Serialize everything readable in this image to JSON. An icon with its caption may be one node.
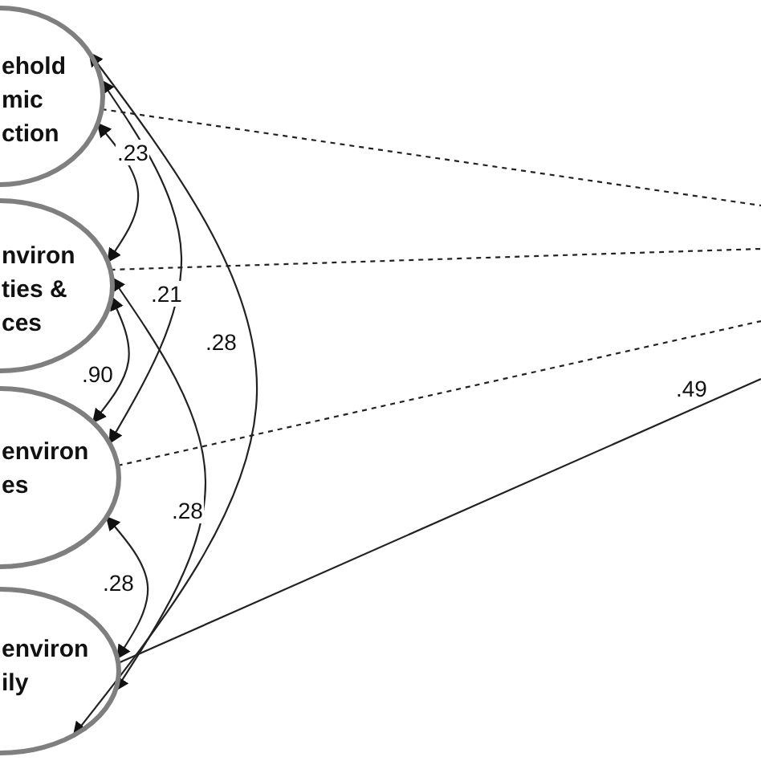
{
  "diagram": {
    "nodes": [
      {
        "text": [
          "ehold mic ction"
        ]
      },
      {
        "text": [
          "nviron ties & ces"
        ]
      },
      {
        "text": [
          "environ es"
        ]
      },
      {
        "text": [
          "environ ily"
        ]
      }
    ],
    "edges": [
      {
        "from": 0,
        "to": 1,
        "arrow": "both",
        "label": ".23"
      },
      {
        "from": 0,
        "to": 2,
        "arrow": "both",
        "label": ".21"
      },
      {
        "from": 0,
        "to": 3,
        "arrow": "both",
        "label": ".28"
      },
      {
        "from": 1,
        "to": 2,
        "arrow": "both",
        "label": ".90"
      },
      {
        "from": 1,
        "to": 3,
        "arrow": "both",
        "label": ".28"
      },
      {
        "from": 2,
        "to": 3,
        "arrow": "both",
        "label": ".28"
      },
      {
        "from": 0,
        "to": null,
        "arrow": "none",
        "style": "dashed"
      },
      {
        "from": 1,
        "to": null,
        "arrow": "none",
        "style": "dashed"
      },
      {
        "from": 2,
        "to": null,
        "arrow": "none",
        "style": "dashed"
      },
      {
        "from": 3,
        "to": null,
        "arrow": "none",
        "label": ".49"
      }
    ]
  }
}
